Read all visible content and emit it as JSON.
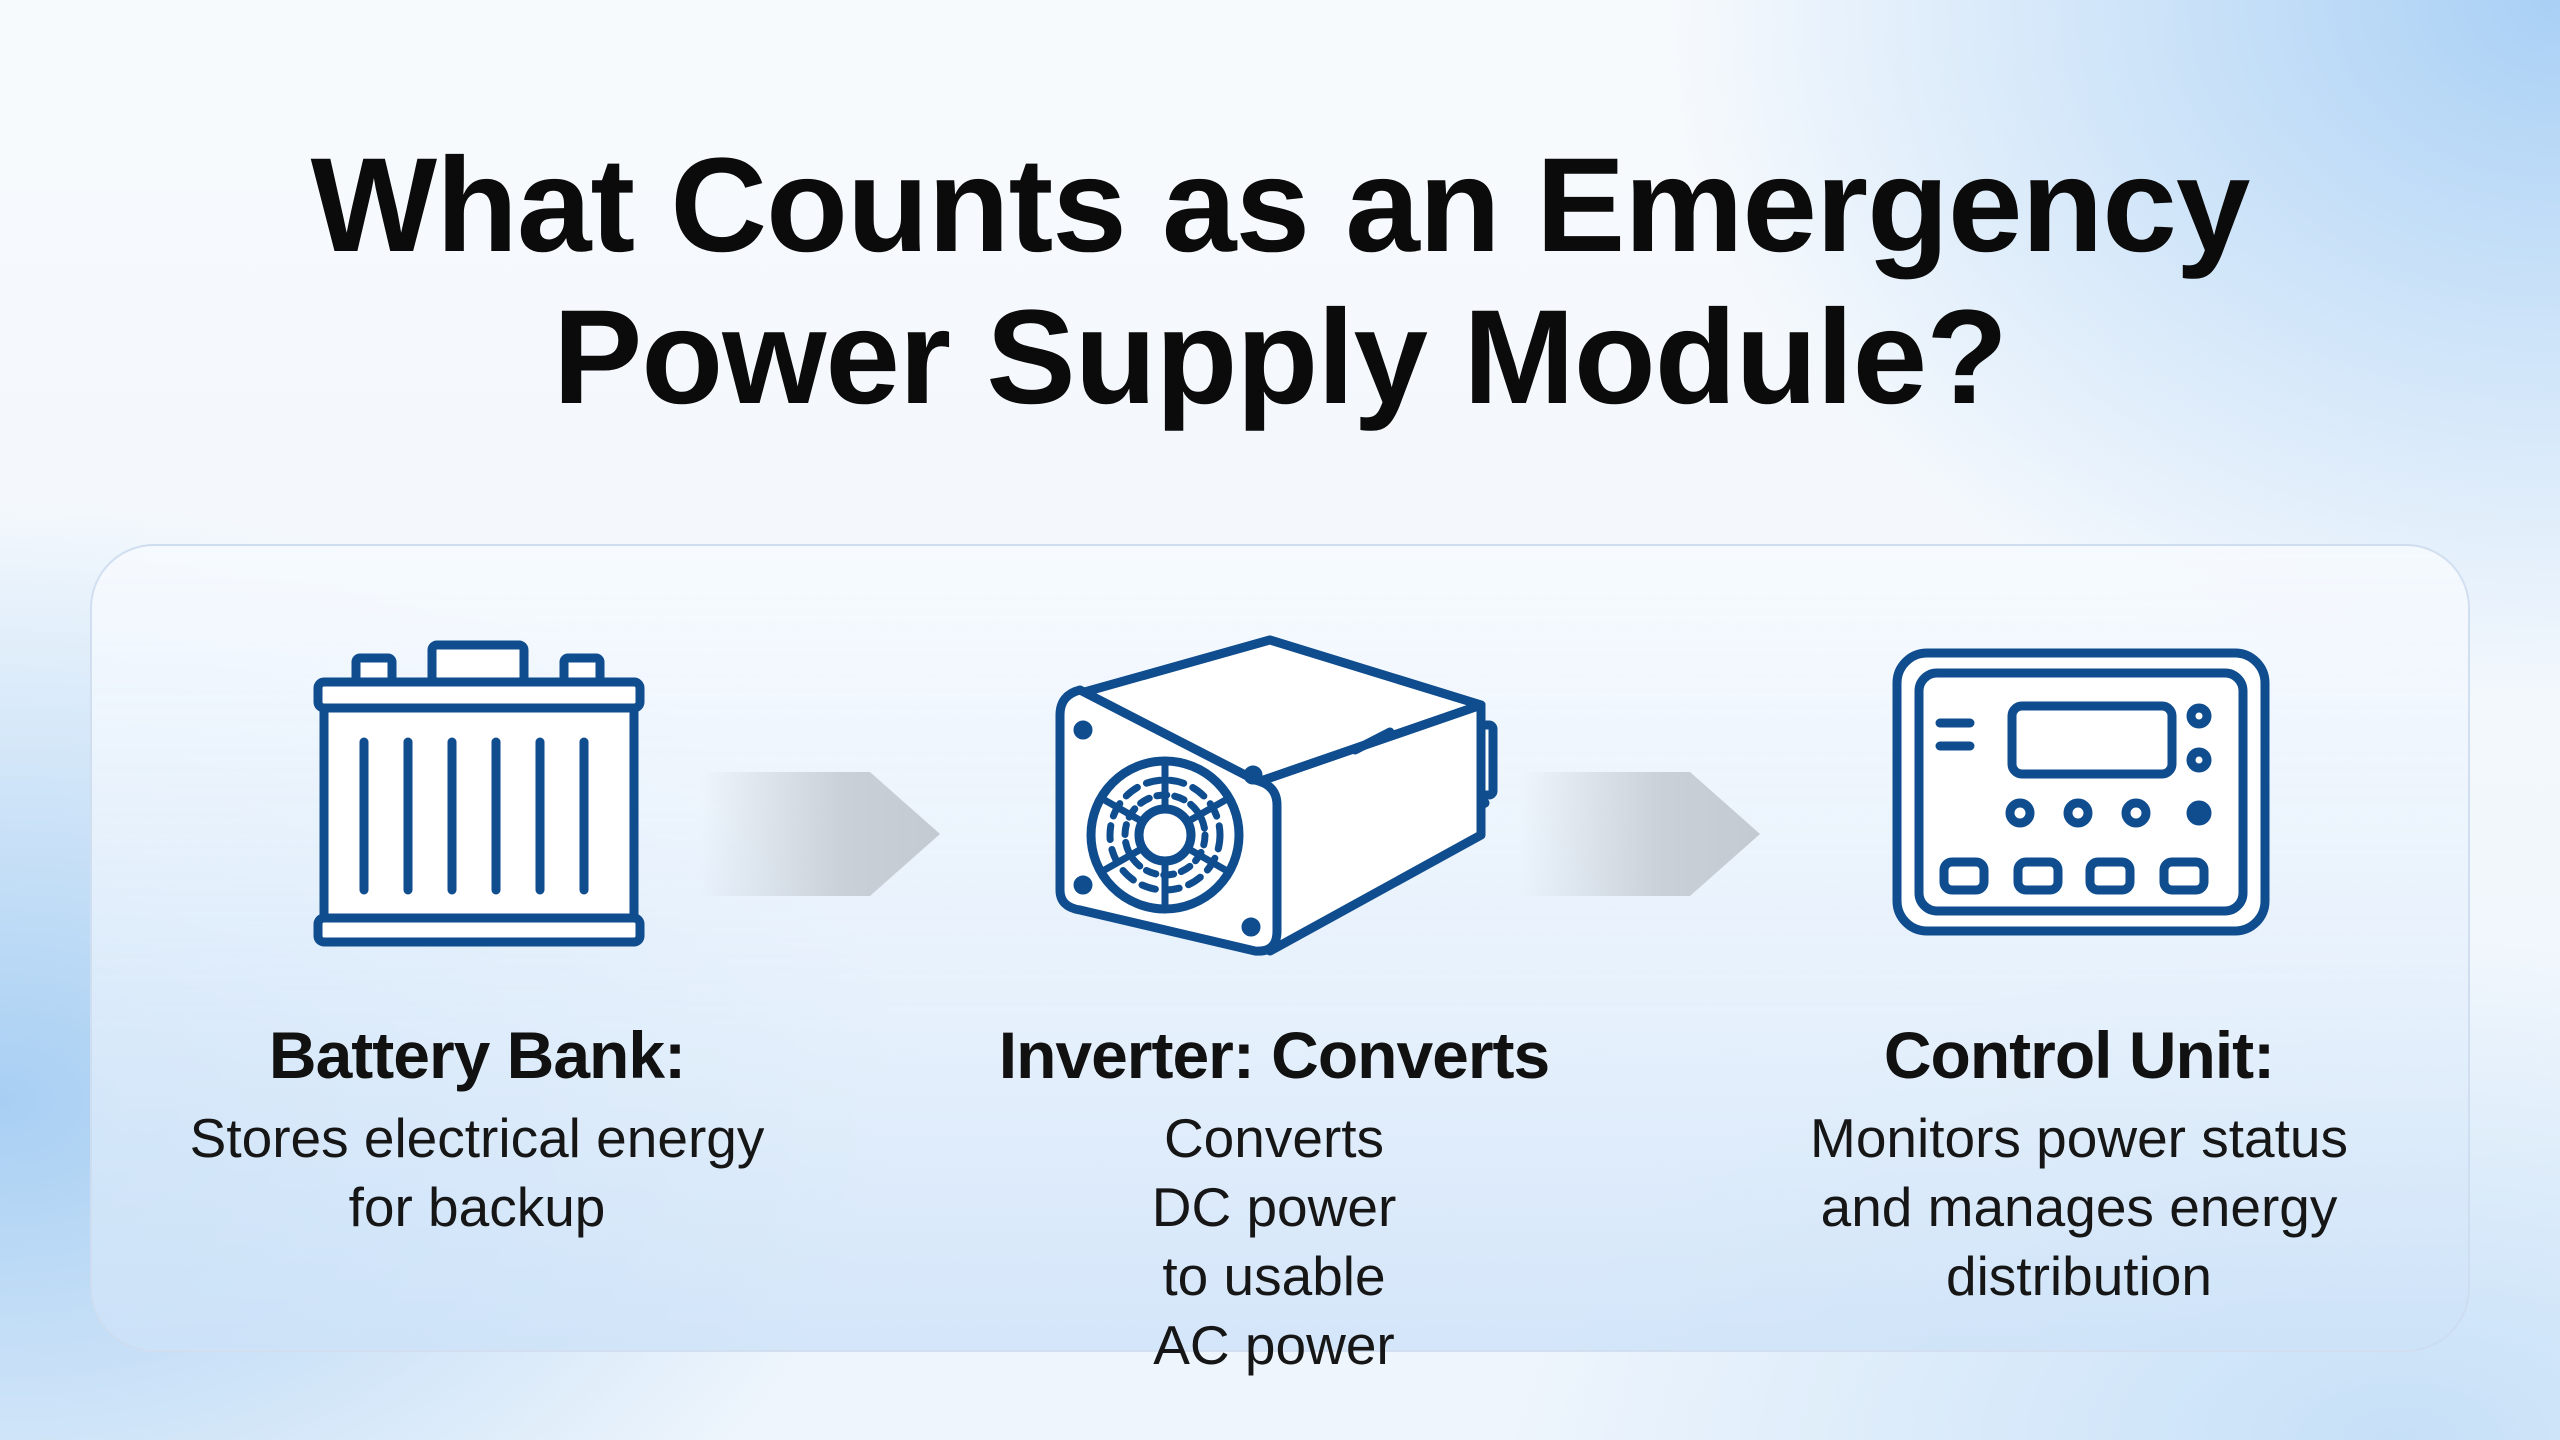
{
  "title": {
    "line1": "What Counts as an Emergency",
    "line2": "Power Supply Module?"
  },
  "colors": {
    "icon_stroke": "#0f4d8f",
    "arrow": "#c9d0d8"
  },
  "components": [
    {
      "icon": "battery-icon",
      "heading": "Battery Bank:",
      "description": "Stores electrical energy for backup"
    },
    {
      "icon": "inverter-icon",
      "heading": "Inverter: Converts",
      "description": "Converts DC power to usable AC power"
    },
    {
      "icon": "control-unit-icon",
      "heading": "Control Unit:",
      "description": "Monitors power status and manages energy distribution"
    }
  ]
}
